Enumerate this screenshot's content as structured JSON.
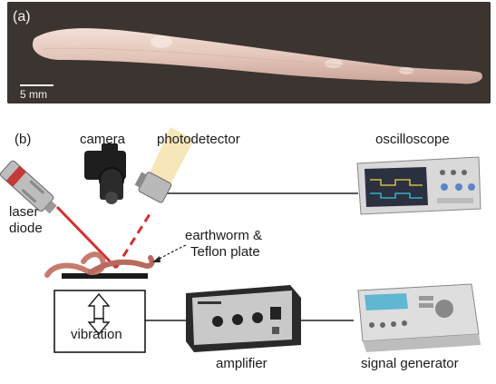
{
  "panel_a": {
    "label": "(a)",
    "scale_bar": "5 mm"
  },
  "panel_b": {
    "label": "(b)",
    "camera": "camera",
    "photodetector": "photodetector",
    "oscilloscope": "oscilloscope",
    "laser_line1": "laser",
    "laser_line2": "diode",
    "earthworm_line1": "earthworm &",
    "earthworm_line2": "Teflon plate",
    "vibration": "vibration",
    "amplifier": "amplifier",
    "signal_generator": "signal generator"
  },
  "colors": {
    "background_a": "#3b3431",
    "worm": "#e6c9bd",
    "laser_beam": "#d62f2f"
  }
}
